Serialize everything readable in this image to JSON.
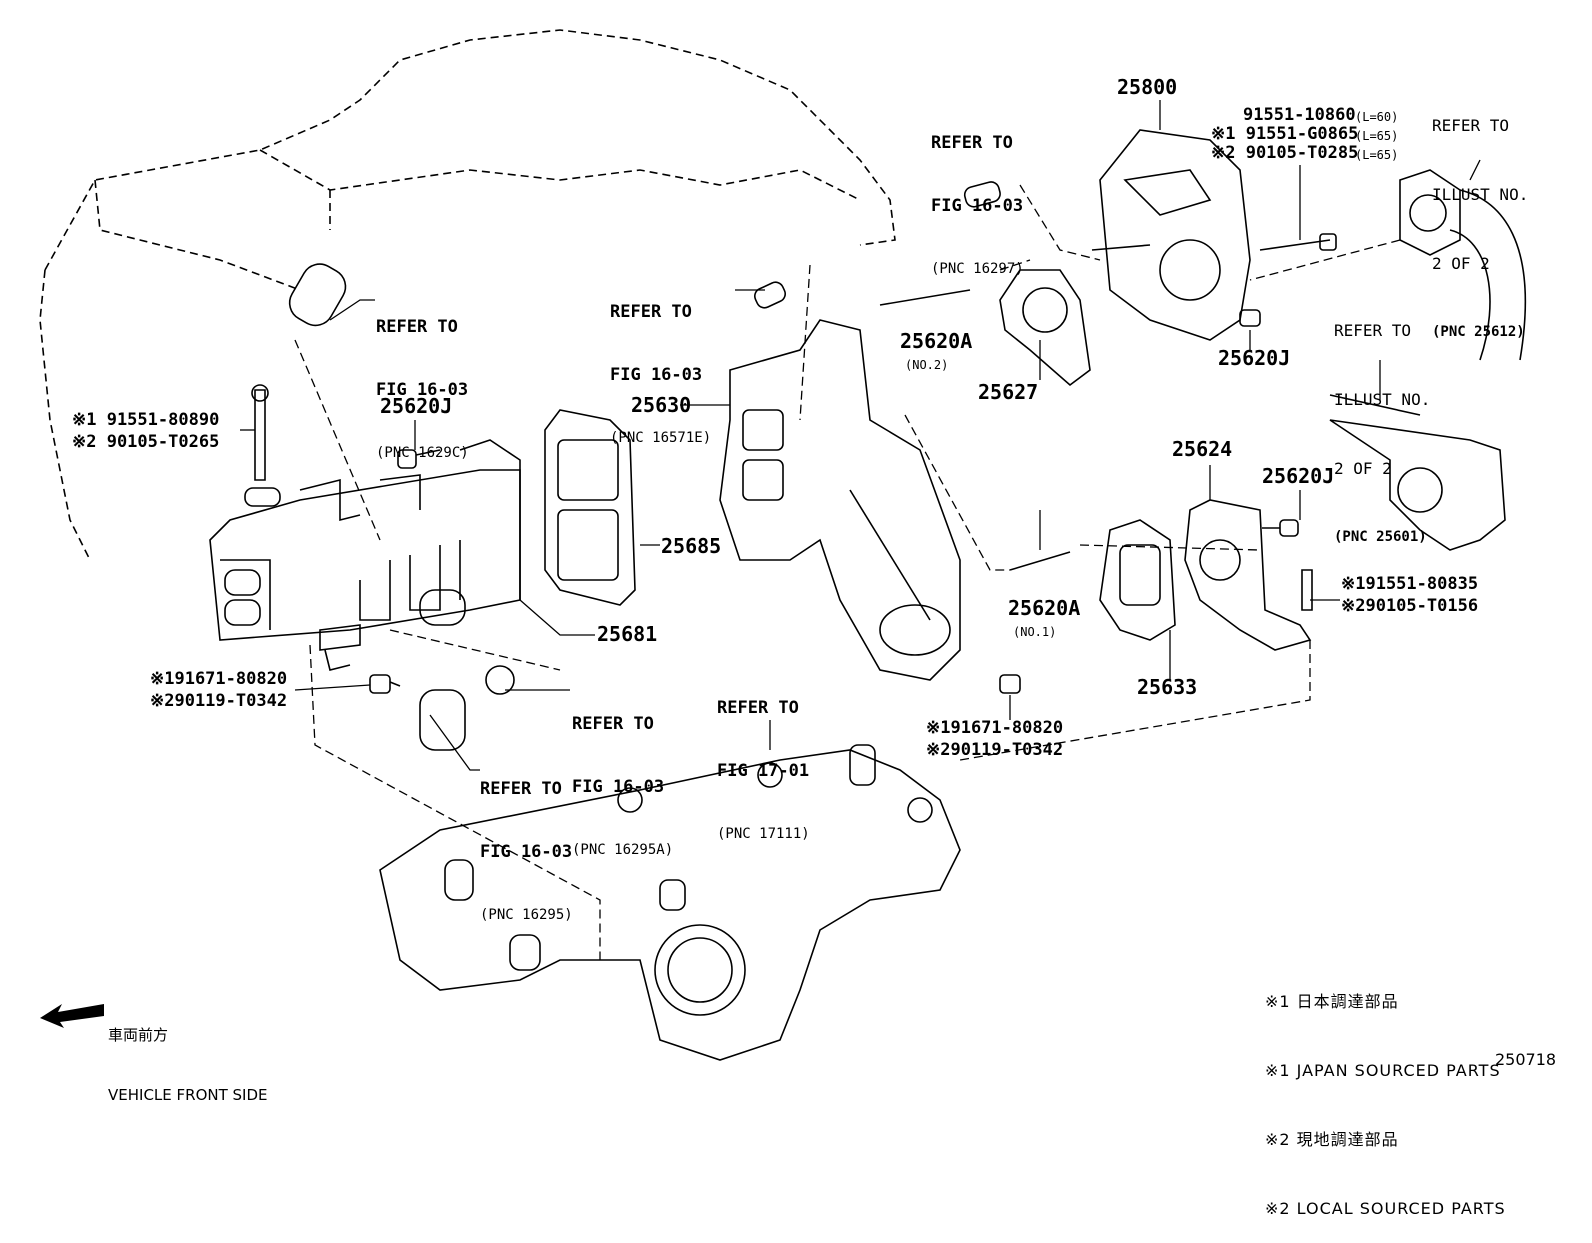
{
  "callouts": {
    "ref_1629c": {
      "title": "REFER TO",
      "fig": "FIG 16-03",
      "pnc": "(PNC 1629C)"
    },
    "ref_16571e": {
      "title": "REFER TO",
      "fig": "FIG 16-03",
      "pnc": "(PNC 16571E)"
    },
    "ref_16297": {
      "title": "REFER TO",
      "fig": "FIG 16-03",
      "pnc": "(PNC 16297)"
    },
    "ref_25612": {
      "title": "REFER TO",
      "fig": "ILLUST NO.",
      "fig2": "2 OF 2",
      "pnc": "(PNC 25612)"
    },
    "ref_25601": {
      "title": "REFER TO",
      "fig": "ILLUST NO.",
      "fig2": "2 OF 2",
      "pnc": "(PNC 25601)"
    },
    "ref_16295a": {
      "title": "REFER TO",
      "fig": "FIG 16-03",
      "pnc": "(PNC 16295A)"
    },
    "ref_17111": {
      "title": "REFER TO",
      "fig": "FIG 17-01",
      "pnc": "(PNC 17111)"
    },
    "ref_16295": {
      "title": "REFER TO",
      "fig": "FIG 16-03",
      "pnc": "(PNC 16295)"
    }
  },
  "parts": {
    "p25800": "25800",
    "p25620j_top": "25620J",
    "p25620j_left": "25620J",
    "p25620j_right": "25620J",
    "p25630": "25630",
    "p25620a_no2": "25620A",
    "no2": "(NO.2)",
    "p25627": "25627",
    "p25624": "25624",
    "p25685": "25685",
    "p25681": "25681",
    "p25620a_no1": "25620A",
    "no1": "(NO.1)",
    "p25633": "25633"
  },
  "bolts": {
    "b91551_10860": "91551-10860",
    "l60": "(L=60)",
    "b91551_g0865": "※1 91551-G0865",
    "l65a": "(L=65)",
    "b90105_t0285": "※2 90105-T0285",
    "l65b": "(L=65)",
    "b91551_80890": "※1 91551-80890",
    "b90105_t0265": "※2 90105-T0265",
    "b91671_80820_l": "※191671-80820",
    "b90119_t0342_l": "※290119-T0342",
    "b91671_80820_r": "※191671-80820",
    "b90119_t0342_r": "※290119-T0342",
    "b91551_80835": "※191551-80835",
    "b90105_t0156": "※290105-T0156"
  },
  "legend": {
    "l1": "※1 日本調達部品",
    "l2": "※1 JAPAN SOURCED PARTS",
    "l3": "※2 現地調達部品",
    "l4": "※2 LOCAL SOURCED PARTS"
  },
  "front": {
    "jp": "車両前方",
    "en": "VEHICLE FRONT SIDE",
    "arrow_icon": "arrow-left-icon"
  },
  "figure_number": "250718"
}
